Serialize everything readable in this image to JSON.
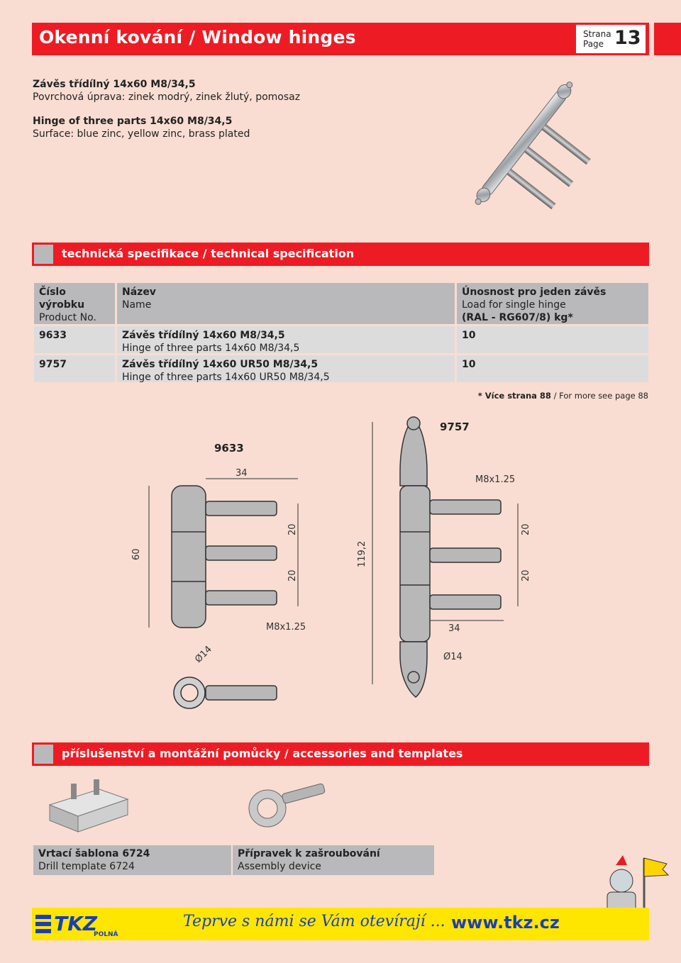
{
  "header": {
    "title": "Okenní kování / Window hinges",
    "page_label_cz": "Strana",
    "page_label_en": "Page",
    "page_number": "13"
  },
  "intro": {
    "cz_title": "Závěs třídílný 14x60 M8/34,5",
    "cz_surface": "Povrchová úprava: zinek modrý, zinek žlutý, pomosaz",
    "en_title": "Hinge of three parts 14x60 M8/34,5",
    "en_surface": "Surface: blue zinc, yellow zinc, brass plated"
  },
  "spec_section": {
    "title": "technická specifikace / technical specification"
  },
  "table": {
    "headers": {
      "col1_cz": "Číslo výrobku",
      "col1_en": "Product No.",
      "col2_cz": "Název",
      "col2_en": "Name",
      "col3_cz": "Únosnost pro jeden závěs",
      "col3_en": "Load for single hinge",
      "col3_unit": "(RAL - RG607/8) kg*"
    },
    "rows": [
      {
        "no": "9633",
        "name_cz": "Závěs třídílný 14x60 M8/34,5",
        "name_en": "Hinge of three parts 14x60 M8/34,5",
        "load": "10"
      },
      {
        "no": "9757",
        "name_cz": "Závěs třídílný 14x60 UR50 M8/34,5",
        "name_en": "Hinge of three parts 14x60 UR50 M8/34,5",
        "load": "10"
      }
    ]
  },
  "note": {
    "prefix": "* Více strana 88",
    "suffix": " / For more see page 88"
  },
  "drawing": {
    "label_left": "9633",
    "label_right": "9757",
    "dim_34": "34",
    "dim_20": "20",
    "dim_60": "60",
    "dim_119": "119,2",
    "thread": "M8x1.25",
    "dia": "Ø14"
  },
  "accessories_section": {
    "title": "příslušenství a montážní pomůcky / accessories and templates"
  },
  "accessories": [
    {
      "name_cz": "Vrtací šablona 6724",
      "name_en": "Drill template 6724"
    },
    {
      "name_cz": "Přípravek k zašroubování",
      "name_en": "Assembly device"
    }
  ],
  "footer": {
    "logo_text": "TKZ",
    "logo_sub": "POLNÁ",
    "slogan": "Teprve s námi se Vám otevírají ...",
    "website": "www.tkz.cz"
  },
  "colors": {
    "red": "#ed1c24",
    "grey": "#b9b9bb",
    "light_grey": "#dcdcdc",
    "yellow": "#ffe600",
    "blue": "#1a3fb5",
    "background": "#f9ddd2"
  }
}
